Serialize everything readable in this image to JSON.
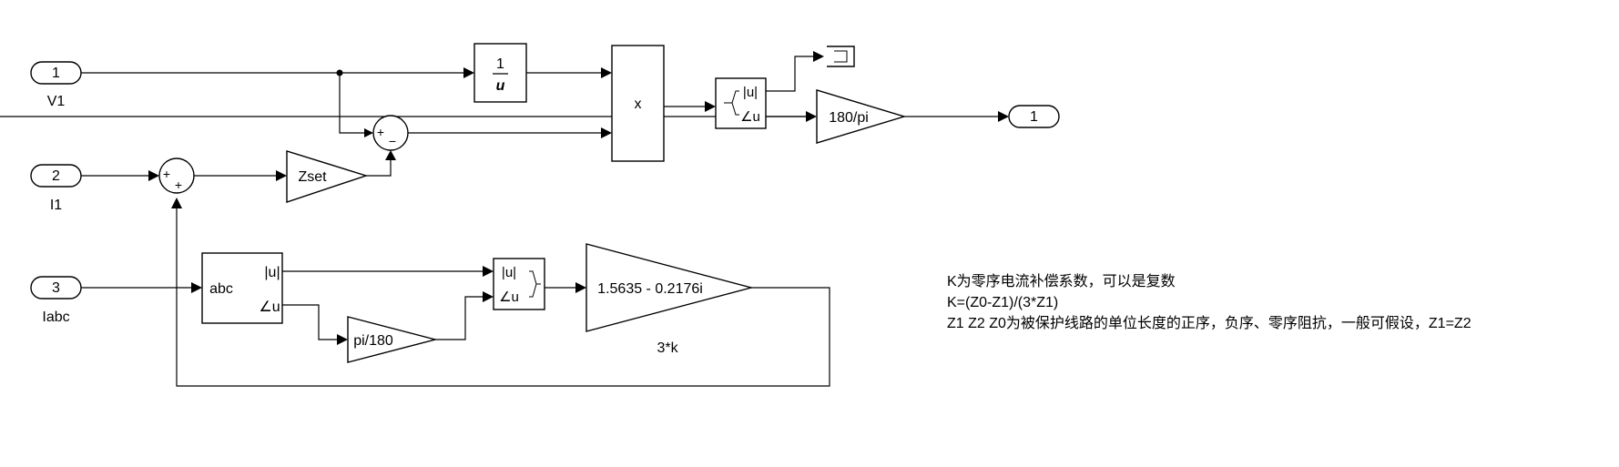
{
  "ports": {
    "in1": {
      "number": "1",
      "label": "V1"
    },
    "in2": {
      "number": "2",
      "label": "I1"
    },
    "in3": {
      "number": "3",
      "label": "Iabc"
    },
    "out1": {
      "number": "1"
    }
  },
  "blocks": {
    "reciprocal": {
      "numerator": "1",
      "denominator": "u"
    },
    "product": {
      "label": "x"
    },
    "complex_to_mag_angle": {
      "mag": "|u|",
      "angle": "∠u"
    },
    "rad_to_deg": {
      "label": "180/pi"
    },
    "zset_gain": {
      "label": "Zset"
    },
    "sum_top": {
      "signs": [
        "+",
        "−"
      ]
    },
    "sum_left": {
      "signs": [
        "+",
        "+"
      ]
    },
    "abc_to_polar": {
      "in": "abc",
      "mag": "|u|",
      "angle": "∠u"
    },
    "deg_to_rad": {
      "label": "pi/180"
    },
    "mag_angle_to_complex": {
      "mag": "|u|",
      "angle": "∠u"
    },
    "k_gain": {
      "label": "1.5635 - 0.2176i",
      "name": "3*k"
    }
  },
  "notes": [
    "K为零序电流补偿系数，可以是复数",
    "K=(Z0-Z1)/(3*Z1)",
    "Z1 Z2 Z0为被保护线路的单位长度的正序，负序、零序阻抗，一般可假设，Z1=Z2"
  ]
}
